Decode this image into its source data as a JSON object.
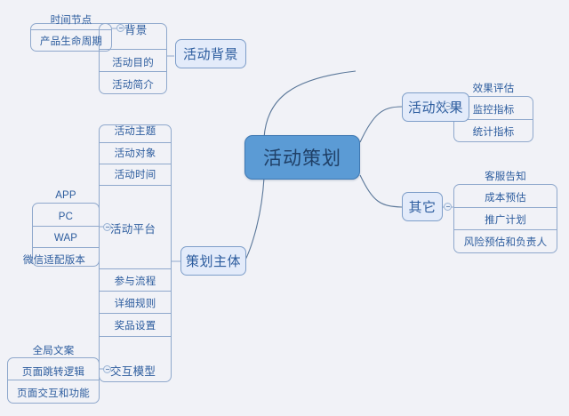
{
  "theme": {
    "background": "#f1f2f7",
    "root_fill": "#5b9bd5",
    "root_border": "#3e78b2",
    "root_text": "#1f3f66",
    "branch_fill": "#e3ebfa",
    "branch_border": "#7e9ec9",
    "text_color": "#2c5c9e",
    "line_color": "#8fa8cc",
    "curve_color": "#5a7799"
  },
  "mindmap": {
    "root": {
      "label": "活动策划"
    },
    "branches": [
      {
        "id": "activity-background",
        "label": "活动背景",
        "side": "left",
        "children": [
          {
            "id": "background",
            "label": "背景",
            "toggle": "collapse-toggle",
            "children": [
              {
                "label": "时间节点"
              },
              {
                "label": "产品生命周期"
              }
            ]
          },
          {
            "id": "activity-purpose",
            "label": "活动目的"
          },
          {
            "id": "activity-intro",
            "label": "活动简介"
          }
        ]
      },
      {
        "id": "planning-body",
        "label": "策划主体",
        "side": "left",
        "children": [
          {
            "id": "activity-theme",
            "label": "活动主题"
          },
          {
            "id": "activity-target",
            "label": "活动对象"
          },
          {
            "id": "activity-time",
            "label": "活动时间"
          },
          {
            "id": "activity-platform",
            "label": "活动平台",
            "toggle": "collapse-toggle",
            "children": [
              {
                "label": "APP"
              },
              {
                "label": "PC"
              },
              {
                "label": "WAP"
              },
              {
                "label": "微信适配版本"
              }
            ]
          },
          {
            "id": "join-process",
            "label": "参与流程"
          },
          {
            "id": "detail-rules",
            "label": "详细规则"
          },
          {
            "id": "prize-setting",
            "label": "奖品设置"
          },
          {
            "id": "interaction-model",
            "label": "交互模型",
            "toggle": "collapse-toggle",
            "children": [
              {
                "label": "全局文案"
              },
              {
                "label": "页面跳转逻辑"
              },
              {
                "label": "页面交互和功能"
              }
            ]
          }
        ]
      },
      {
        "id": "activity-effect",
        "label": "活动效果",
        "side": "right",
        "toggle": "collapse-toggle",
        "children": [
          {
            "label": "效果评估"
          },
          {
            "label": "监控指标"
          },
          {
            "label": "统计指标"
          }
        ]
      },
      {
        "id": "others",
        "label": "其它",
        "side": "right",
        "toggle": "collapse-toggle",
        "children": [
          {
            "label": "客服告知"
          },
          {
            "label": "成本预估"
          },
          {
            "label": "推广计划"
          },
          {
            "label": "风险预估和负责人"
          }
        ]
      }
    ]
  }
}
